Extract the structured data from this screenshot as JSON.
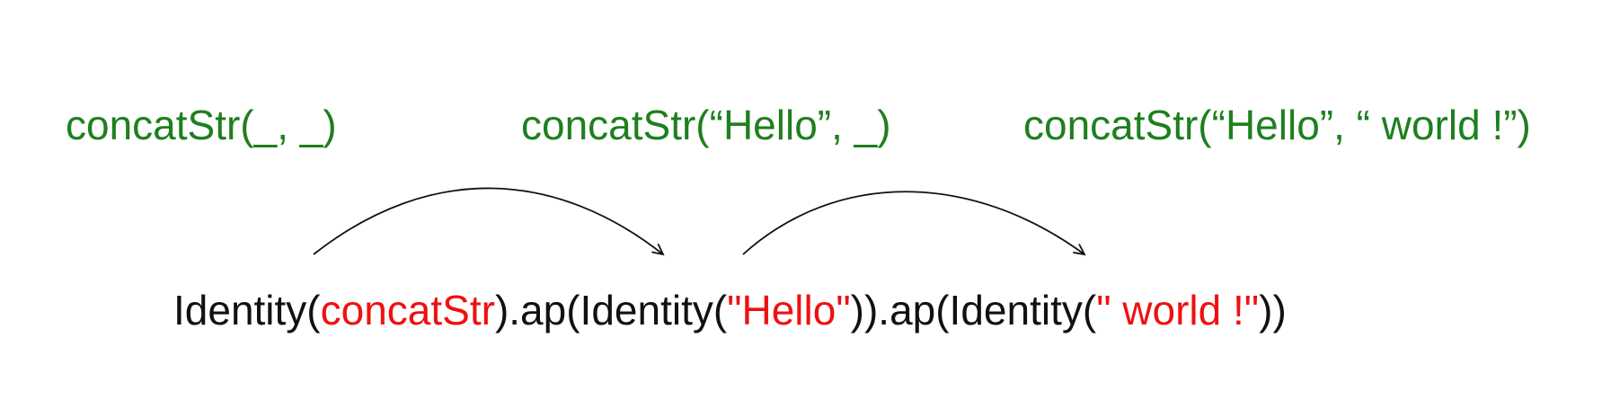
{
  "steps": [
    "concatStr(_, _)",
    "concatStr(“Hello”, _)",
    "concatStr(“Hello”, “ world !”)"
  ],
  "code": {
    "p1": "Identity(",
    "arg1": "concatStr",
    "p2": ").ap(Identity(",
    "arg2": "\"Hello\"",
    "p3": ")).ap(Identity(",
    "arg3": "\" world !\"",
    "p4": "))"
  },
  "colors": {
    "partial_application": "#1e7f1e",
    "argument": "#ee1111",
    "code": "#111111",
    "arrow": "#111111"
  }
}
